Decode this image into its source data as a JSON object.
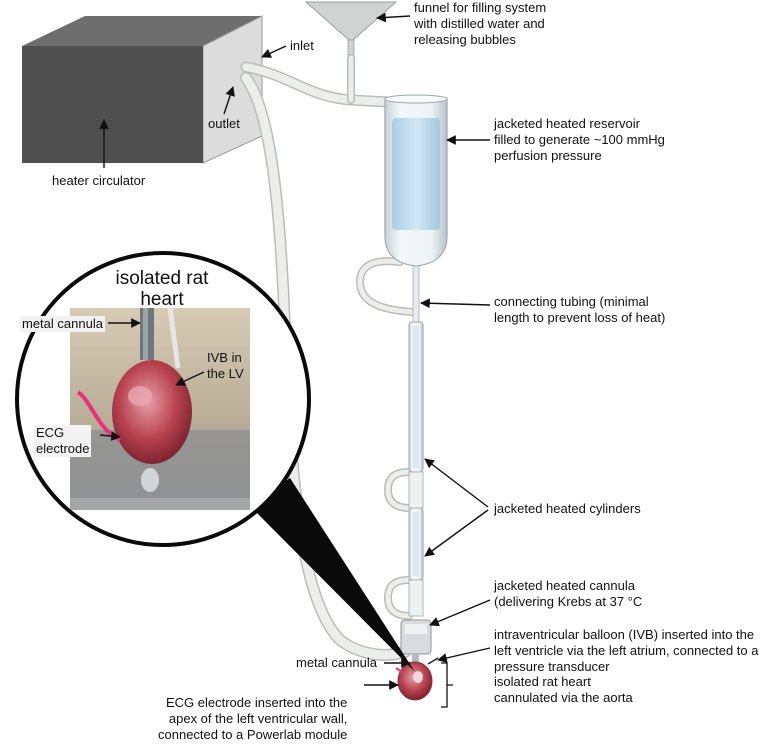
{
  "labels": {
    "inlet": "inlet",
    "outlet": "outlet",
    "heater_circulator": "heater circulator",
    "funnel": "funnel for filling system\nwith distilled water and\nreleasing bubbles",
    "reservoir": "jacketed heated reservoir\nfilled to generate ~100 mmHg\nperfusion pressure",
    "connecting_tubing": "connecting tubing (minimal\nlength to prevent loss of heat)",
    "cylinders": "jacketed heated cylinders",
    "cannula": "jacketed heated cannula\n(delivering Krebs at 37 °C",
    "ivb": "intraventricular balloon (IVB) inserted into the\nleft ventricle via the left atrium, connected to a\npressure transducer",
    "metal_cannula": "metal cannula",
    "isolated_heart": "isolated rat heart\ncannulated via the aorta",
    "ecg": "ECG electrode inserted into the\napex of the left ventricular wall,\nconnected to a Powerlab module"
  },
  "inset": {
    "title": "isolated rat\nheart",
    "metal_cannula": "metal cannula",
    "ivb": "IVB in\nthe LV",
    "ecg": "ECG\nelectrode"
  },
  "colors": {
    "heater": "#4f4f4f",
    "tubing": "#e4e7e4",
    "glass": "#dfe9ee",
    "fluid": "#bfdcee",
    "heart": "#b8424e",
    "ecg_wire": "#e8337a"
  }
}
